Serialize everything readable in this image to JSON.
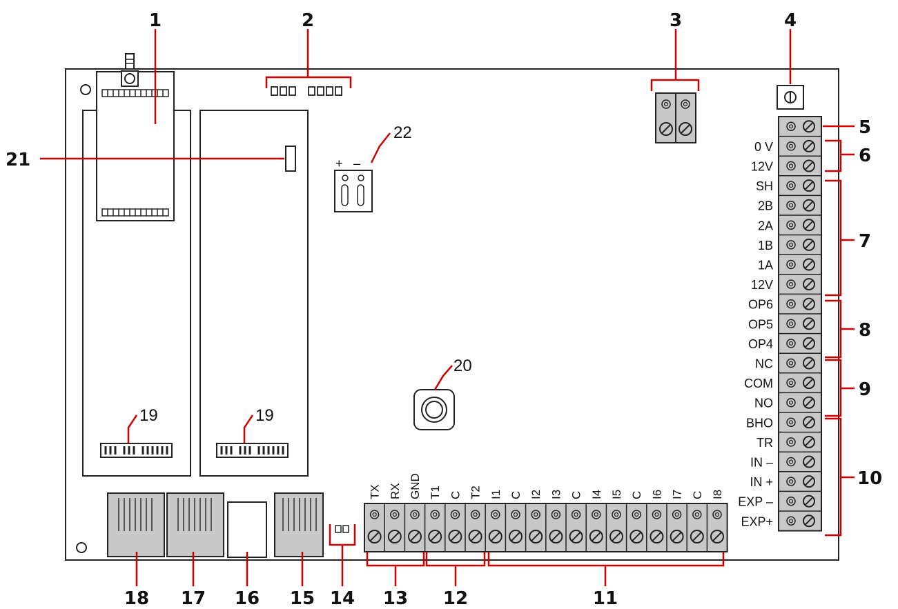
{
  "callouts": {
    "c1": "1",
    "c2": "2",
    "c3": "3",
    "c4": "4",
    "c5": "5",
    "c6": "6",
    "c7": "7",
    "c8": "8",
    "c9": "9",
    "c10": "10",
    "c11": "11",
    "c12": "12",
    "c13": "13",
    "c14": "14",
    "c15": "15",
    "c16": "16",
    "c17": "17",
    "c18": "18",
    "c19a": "19",
    "c19b": "19",
    "c20": "20",
    "c21": "21",
    "c22": "22"
  },
  "right_terminals": [
    "",
    "0 V",
    "12V",
    "SH",
    "2B",
    "2A",
    "1B",
    "1A",
    "12V",
    "OP6",
    "OP5",
    "OP4",
    "NC",
    "COM",
    "NO",
    "BHO",
    "TR",
    "IN –",
    "IN +",
    "EXP –",
    "EXP+"
  ],
  "bottom_terminals": [
    "TX",
    "RX",
    "GND",
    "T1",
    "C",
    "T2",
    "I1",
    "C",
    "I2",
    "I3",
    "C",
    "I4",
    "I5",
    "C",
    "I6",
    "I7",
    "C",
    "I8"
  ],
  "polarity": {
    "plus": "+",
    "minus": "–"
  },
  "colors": {
    "callout_line": "#cc0000",
    "component_fill": "#c8c8c8",
    "outline": "#222222"
  }
}
